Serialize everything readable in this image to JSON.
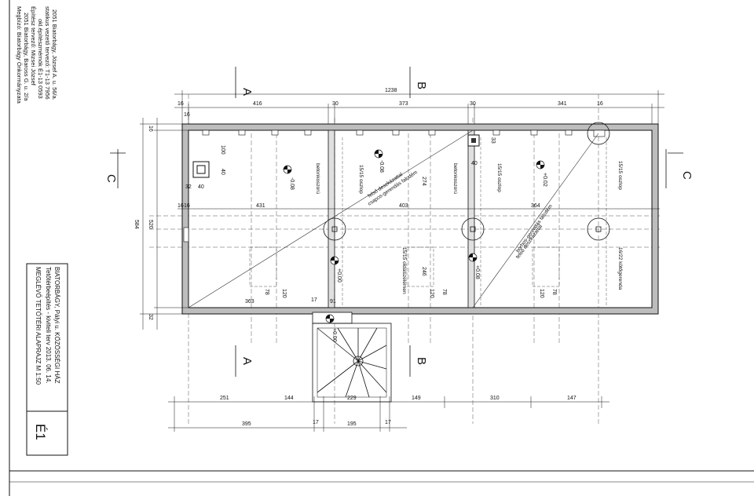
{
  "client_info": {
    "lines": [
      "Megbízó: Biatorbágy Önkormányzata",
      "2051 Biatorbágy, Baross G. u. 2/a",
      "Építész tervező: Mizsei József",
      "okl.építészmérnök É1-13 0593",
      "statikus vezető tervező: T1-13 7956",
      "2051 Biatorbágy, József A. u. 56/a."
    ]
  },
  "title_block": {
    "line1": "BIATORBÁGY, Pályi u.  KÖZÖSSÉGI HÁZ",
    "line2": "Tetőtérbeépítés - kiviteli terv   2013. 06. 14.",
    "line3": "MEGLÉVŐ  TETŐTÉRI ALAPRAJZ   M 1:50",
    "sheet_no": "É1"
  },
  "section_marks": {
    "a": "A",
    "b": "B",
    "c": "C"
  },
  "dimensions": {
    "total": "1238",
    "top_chain": [
      "16",
      "416",
      "30",
      "373",
      "30",
      "341",
      "16"
    ],
    "small_16": "16",
    "left_total": "584",
    "left_inner": "520",
    "left_32": "32",
    "room_widths": [
      "431",
      "403",
      "364"
    ],
    "bottom_chain_1": [
      "251",
      "144",
      "229",
      "149",
      "310",
      "147"
    ],
    "bottom_chain_2": [
      "395",
      "17",
      "195",
      "17"
    ],
    "chimney_100": "100",
    "chimney_40": "40",
    "dim_32": "32",
    "dim_40": "40",
    "dim_33": "33",
    "dim_274": "274",
    "dim_246": "246",
    "dim_17": "17",
    "dim_91": "91",
    "dim_363": "363",
    "dim_78": "78",
    "dim_120": "120"
  },
  "notes": {
    "betonkoszoru": "betonkoszorú",
    "oszlop_1515": "15/15 oszlop",
    "oldalszelemen": "15/15 oldalszelemen",
    "kotogerenda": "16/22 kötőgerenda",
    "csapos": "csapos-gerendás falcdém",
    "felso_deszka": "felső deszkázattal",
    "borhos": "borhos-gerendás falcdém"
  },
  "levels": {
    "l1": "-0.08",
    "l2": "-0.08",
    "l3": "+0.02",
    "l4": "+0.00",
    "l5": "+0.08",
    "l6": "+0.00"
  }
}
